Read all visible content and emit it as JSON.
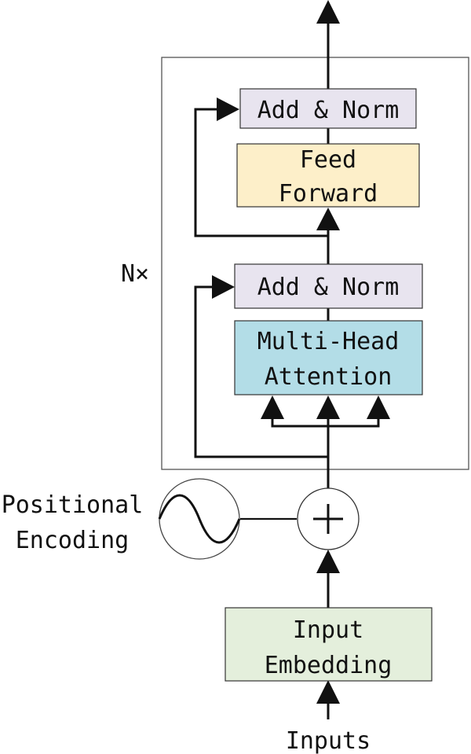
{
  "colors": {
    "add_norm_fill": "#e8e4ef",
    "feed_forward_fill": "#fdefc9",
    "attention_fill": "#b3dde7",
    "embedding_fill": "#e4efdc",
    "line": "#111111",
    "frame": "#555555"
  },
  "encoder_block": {
    "repeat_label": "N×",
    "add_norm_top": {
      "label": "Add & Norm"
    },
    "feed_forward": {
      "line1": "Feed",
      "line2": "Forward"
    },
    "add_norm_bottom": {
      "label": "Add & Norm"
    },
    "multi_head_attention": {
      "line1": "Multi-Head",
      "line2": "Attention"
    }
  },
  "positional_encoding": {
    "line1": "Positional",
    "line2": "Encoding",
    "icon": "sine-wave-icon"
  },
  "adder": {
    "icon": "plus-icon"
  },
  "input_embedding": {
    "line1": "Input",
    "line2": "Embedding"
  },
  "inputs_label": "Inputs"
}
